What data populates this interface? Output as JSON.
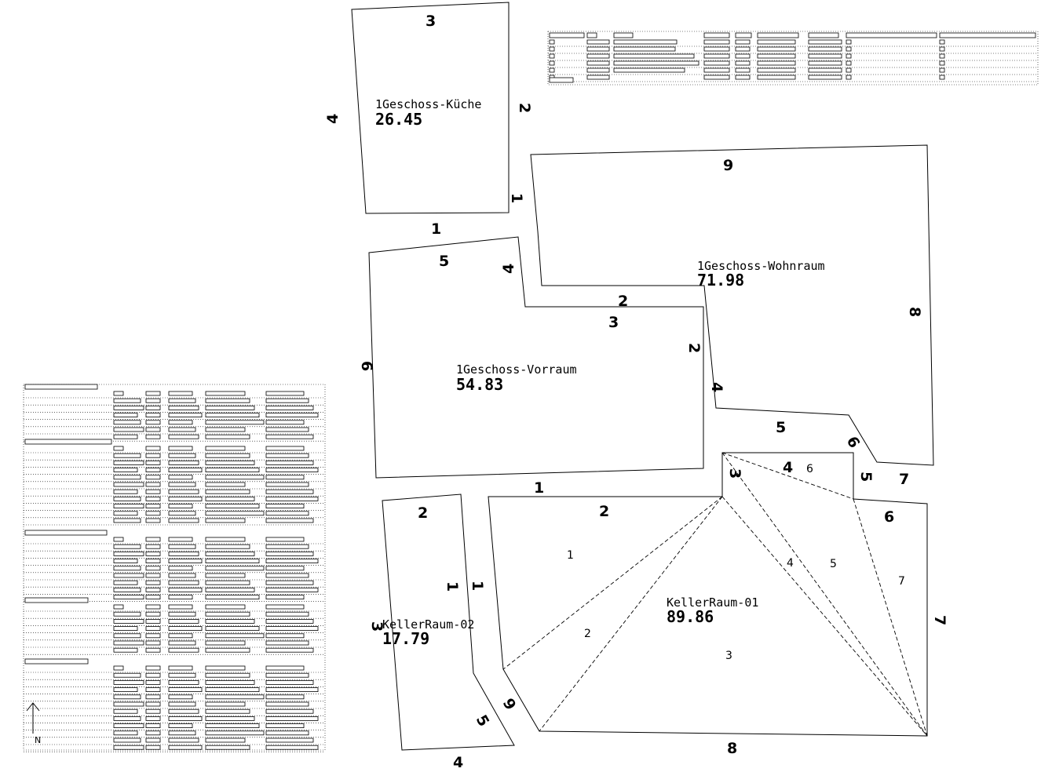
{
  "rooms": [
    {
      "id": "kueche",
      "name": "1Geschoss-Küche",
      "area": "26.45",
      "edges": [
        "1",
        "2",
        "3",
        "4"
      ]
    },
    {
      "id": "wohnraum",
      "name": "1Geschoss-Wohnraum",
      "area": "71.98",
      "edges": [
        "2",
        "4",
        "5",
        "6",
        "7",
        "8",
        "9",
        "1"
      ]
    },
    {
      "id": "vorraum",
      "name": "1Geschoss-Vorraum",
      "area": "54.83",
      "edges": [
        "1",
        "2",
        "3",
        "4",
        "5",
        "6"
      ]
    },
    {
      "id": "keller01",
      "name": "KellerRaum-01",
      "area": "89.86",
      "edges": [
        "1",
        "2",
        "3",
        "4",
        "5",
        "6",
        "7",
        "8",
        "9"
      ],
      "triangles": [
        "1",
        "2",
        "3",
        "4",
        "5",
        "6",
        "7"
      ]
    },
    {
      "id": "keller02",
      "name": "KellerRaum-02",
      "area": "17.79",
      "edges": [
        "1",
        "2",
        "3",
        "4",
        "5"
      ]
    }
  ],
  "north_arrow": {
    "label": "N"
  }
}
